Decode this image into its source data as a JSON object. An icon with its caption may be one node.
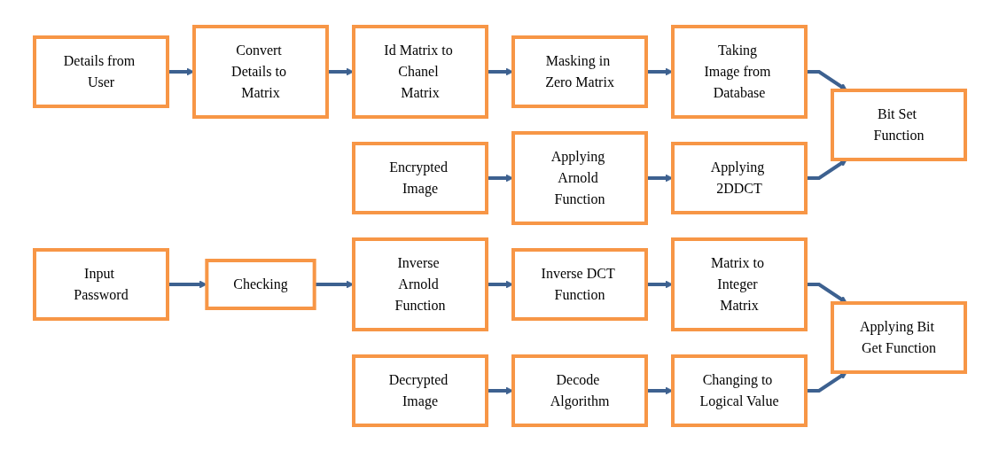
{
  "diagram": {
    "nodes": [
      {
        "text": [
          "Details from User"
        ]
      },
      {
        "text": [
          "Convert Details to Matrix"
        ]
      },
      {
        "text": [
          "Id Matrix to Chanel Matrix"
        ]
      },
      {
        "text": [
          "Masking in Zero Matrix"
        ]
      },
      {
        "text": [
          "Taking Image from Database"
        ]
      },
      {
        "text": [
          "Encrypted Image"
        ]
      },
      {
        "text": [
          "Applying Arnold Function"
        ]
      },
      {
        "text": [
          "Applying 2DDCT"
        ]
      },
      {
        "text": [
          "Bit Set Function"
        ]
      },
      {
        "text": [
          "Input Password"
        ]
      },
      {
        "text": [
          "Checking"
        ]
      },
      {
        "text": [
          "Inverse Arnold Function"
        ]
      },
      {
        "text": [
          "Inverse DCT Function"
        ]
      },
      {
        "text": [
          "Matrix to Integer Matrix"
        ]
      },
      {
        "text": [
          "Decrypted Image"
        ]
      },
      {
        "text": [
          "Decode Algorithm"
        ]
      },
      {
        "text": [
          "Changing to Logical Value"
        ]
      },
      {
        "text": [
          "Applying Bit Get Function"
        ]
      }
    ],
    "edges": [
      {
        "from": 0,
        "to": 1,
        "arrow": "to"
      },
      {
        "from": 1,
        "to": 2,
        "arrow": "to"
      },
      {
        "from": 2,
        "to": 3,
        "arrow": "to"
      },
      {
        "from": 3,
        "to": 4,
        "arrow": "to"
      },
      {
        "from": 4,
        "to": 8,
        "arrow": "to"
      },
      {
        "from": 5,
        "to": 6,
        "arrow": "to"
      },
      {
        "from": 6,
        "to": 7,
        "arrow": "to"
      },
      {
        "from": 7,
        "to": 8,
        "arrow": "to"
      },
      {
        "from": 9,
        "to": 10,
        "arrow": "to"
      },
      {
        "from": 10,
        "to": 11,
        "arrow": "to"
      },
      {
        "from": 11,
        "to": 12,
        "arrow": "to"
      },
      {
        "from": 12,
        "to": 13,
        "arrow": "to"
      },
      {
        "from": 13,
        "to": 17,
        "arrow": "to"
      },
      {
        "from": 14,
        "to": 15,
        "arrow": "to"
      },
      {
        "from": 15,
        "to": 16,
        "arrow": "to"
      },
      {
        "from": 16,
        "to": 17,
        "arrow": "to"
      }
    ]
  }
}
